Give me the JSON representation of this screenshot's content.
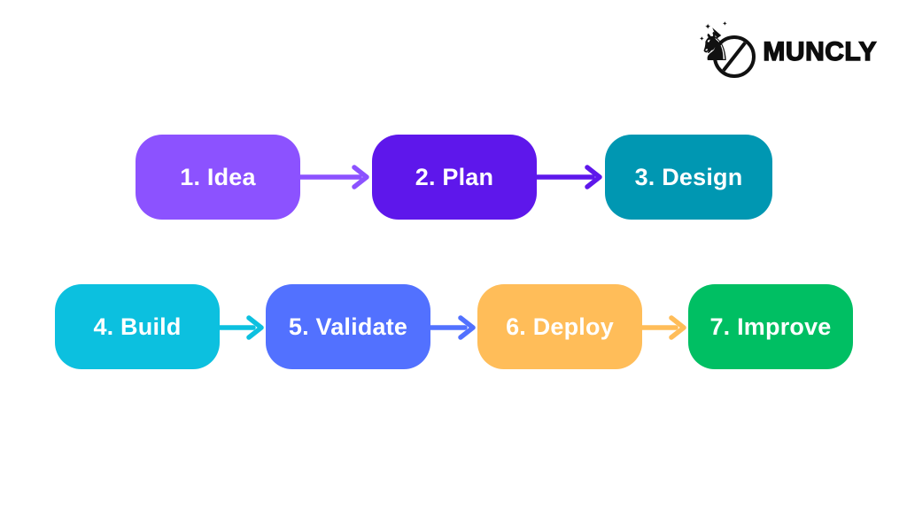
{
  "logo": {
    "brand": "MUNCLY",
    "icon": "unicorn-badge-icon",
    "color": "#0d0d0d"
  },
  "background_color": "#ffffff",
  "step_text_color": "#ffffff",
  "chart_data": {
    "type": "flowchart",
    "title": "",
    "steps": [
      {
        "label": "1. Idea",
        "color": "#8C52FF",
        "row": 1
      },
      {
        "label": "2. Plan",
        "color": "#5E17EB",
        "row": 1
      },
      {
        "label": "3. Design",
        "color": "#0097B2",
        "row": 1
      },
      {
        "label": "4. Build",
        "color": "#0CC0DF",
        "row": 2
      },
      {
        "label": "5. Validate",
        "color": "#5271FF",
        "row": 2
      },
      {
        "label": "6. Deploy",
        "color": "#FFBD59",
        "row": 2
      },
      {
        "label": "7. Improve",
        "color": "#00BF63",
        "row": 2
      }
    ]
  },
  "steps": [
    {
      "label": "1. Idea",
      "color": "#8C52FF"
    },
    {
      "label": "2. Plan",
      "color": "#5E17EB"
    },
    {
      "label": "3. Design",
      "color": "#0097B2"
    },
    {
      "label": "4. Build",
      "color": "#0CC0DF"
    },
    {
      "label": "5. Validate",
      "color": "#5271FF"
    },
    {
      "label": "6. Deploy",
      "color": "#FFBD59"
    },
    {
      "label": "7. Improve",
      "color": "#00BF63"
    }
  ],
  "arrows": [
    {
      "from": "1. Idea",
      "to": "2. Plan",
      "color": "#8C52FF"
    },
    {
      "from": "2. Plan",
      "to": "3. Design",
      "color": "#5E17EB"
    },
    {
      "from": "4. Build",
      "to": "5. Validate",
      "color": "#0CC0DF"
    },
    {
      "from": "5. Validate",
      "to": "6. Deploy",
      "color": "#5271FF"
    },
    {
      "from": "6. Deploy",
      "to": "7. Improve",
      "color": "#FFBD59"
    }
  ]
}
